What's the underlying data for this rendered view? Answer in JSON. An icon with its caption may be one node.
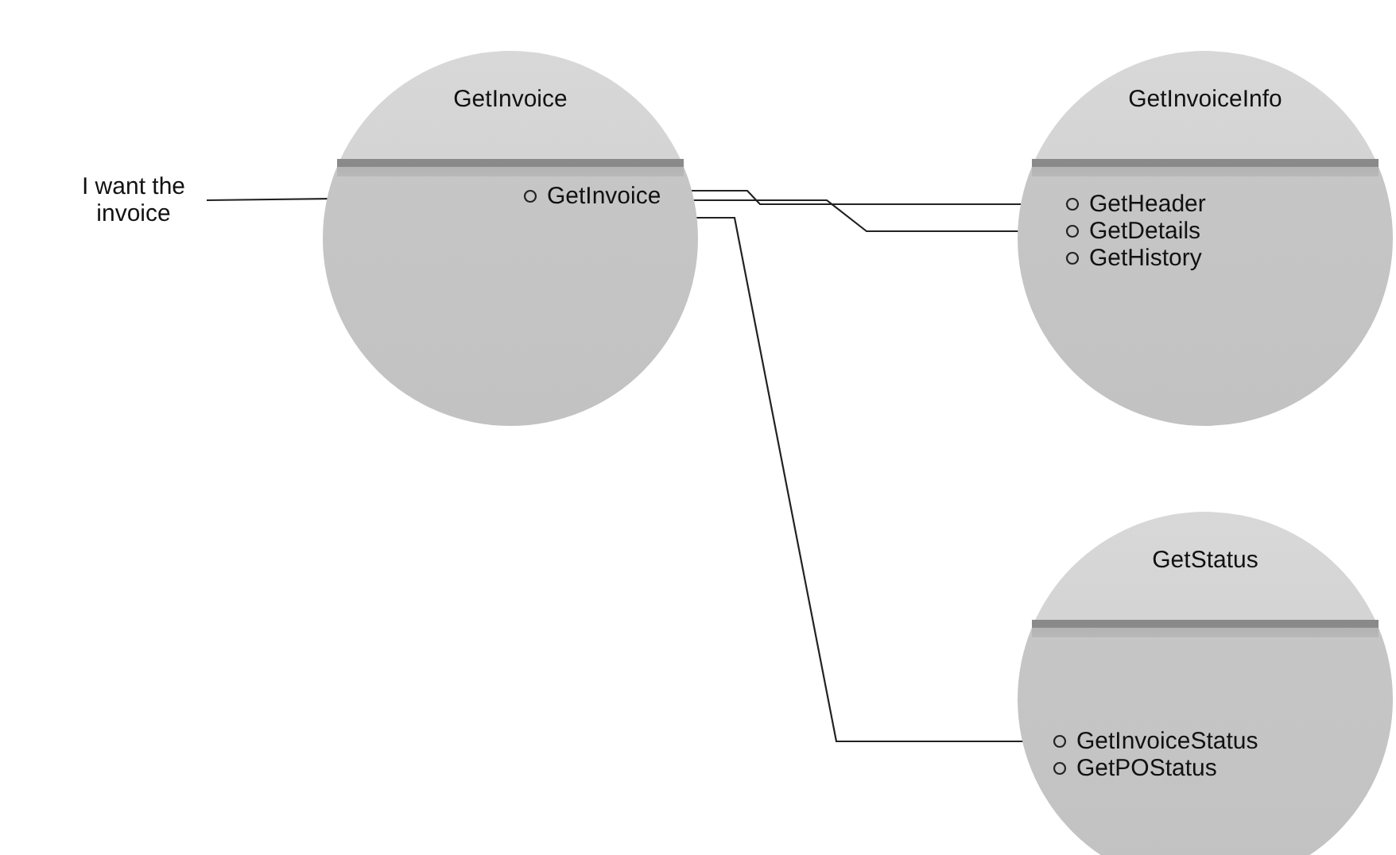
{
  "diagram": {
    "nodes": [
      {
        "text": [
          "I want the invoice"
        ]
      },
      {
        "text": [
          "GetInvoice"
        ]
      },
      {
        "text": [
          "GetInvoice"
        ],
        "in": 1
      },
      {
        "text": [
          "GetInvoiceInfo"
        ]
      },
      {
        "text": [
          "GetHeader"
        ],
        "in": 3
      },
      {
        "text": [
          "GetDetails"
        ],
        "in": 3
      },
      {
        "text": [
          "GetHistory"
        ],
        "in": 3
      },
      {
        "text": [
          "GetStatus"
        ]
      },
      {
        "text": [
          "GetInvoiceStatus"
        ],
        "in": 7
      },
      {
        "text": [
          "GetPOStatus"
        ],
        "in": 7
      }
    ],
    "edges": [
      {
        "from": 0,
        "to": 2,
        "arrow": "none"
      },
      {
        "from": 2,
        "to": 4,
        "arrow": "none"
      },
      {
        "from": 2,
        "to": 5,
        "arrow": "none"
      },
      {
        "from": 2,
        "to": 8,
        "arrow": "none"
      }
    ]
  }
}
